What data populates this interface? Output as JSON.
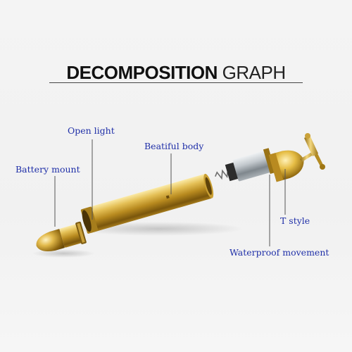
{
  "title": {
    "bold_part": "DECOMPOSITION",
    "light_part": "GRAPH"
  },
  "labels": {
    "open_light": "Open light",
    "beatiful_body": "Beatiful body",
    "battery_mount": "Battery mount",
    "t_style": "T style",
    "waterproof_movement": "Waterproof movement"
  },
  "colors": {
    "label_text": "#1f2fa8",
    "gold": "#c9a030",
    "gold_dark": "#8a6510",
    "gold_light": "#f6df92",
    "silver": "#b9bfc4"
  }
}
